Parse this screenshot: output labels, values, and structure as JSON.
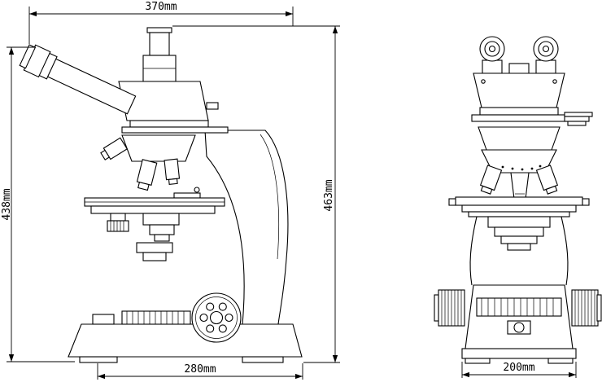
{
  "drawing": {
    "dimensions": {
      "top_width": "370mm",
      "left_height": "438mm",
      "right_height": "463mm",
      "side_base_width": "280mm",
      "front_base_width": "200mm"
    },
    "line_color": "#000000",
    "background_color": "#ffffff"
  }
}
